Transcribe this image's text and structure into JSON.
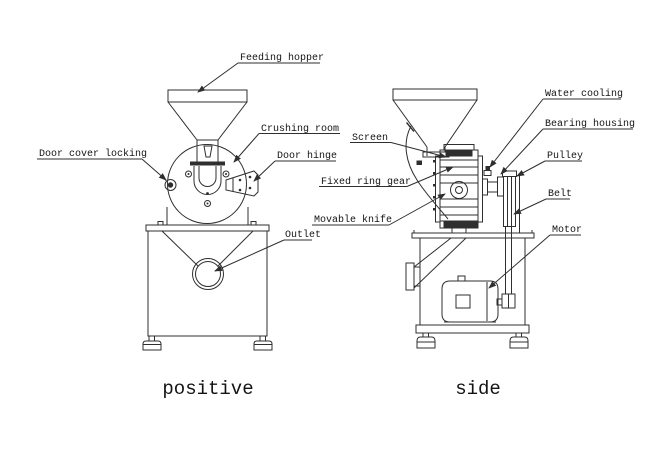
{
  "machine_views": {
    "front": {
      "caption": "positive",
      "labels": {
        "feeding_hopper": "Feeding hopper",
        "crushing_room": "Crushing room",
        "door_cover_locking": "Door cover locking",
        "door_hinge": "Door hinge",
        "outlet": "Outlet"
      }
    },
    "side": {
      "caption": "side",
      "labels": {
        "screen": "Screen",
        "fixed_ring_gear": "Fixed ring gear",
        "movable_knife": "Movable knife",
        "water_cooling": "Water cooling",
        "bearing_housing": "Bearing housing",
        "pulley": "Pulley",
        "belt": "Belt",
        "motor": "Motor"
      }
    },
    "colors": {
      "line": "#2f2f2f",
      "text": "#141414",
      "background": "#ffffff"
    }
  }
}
